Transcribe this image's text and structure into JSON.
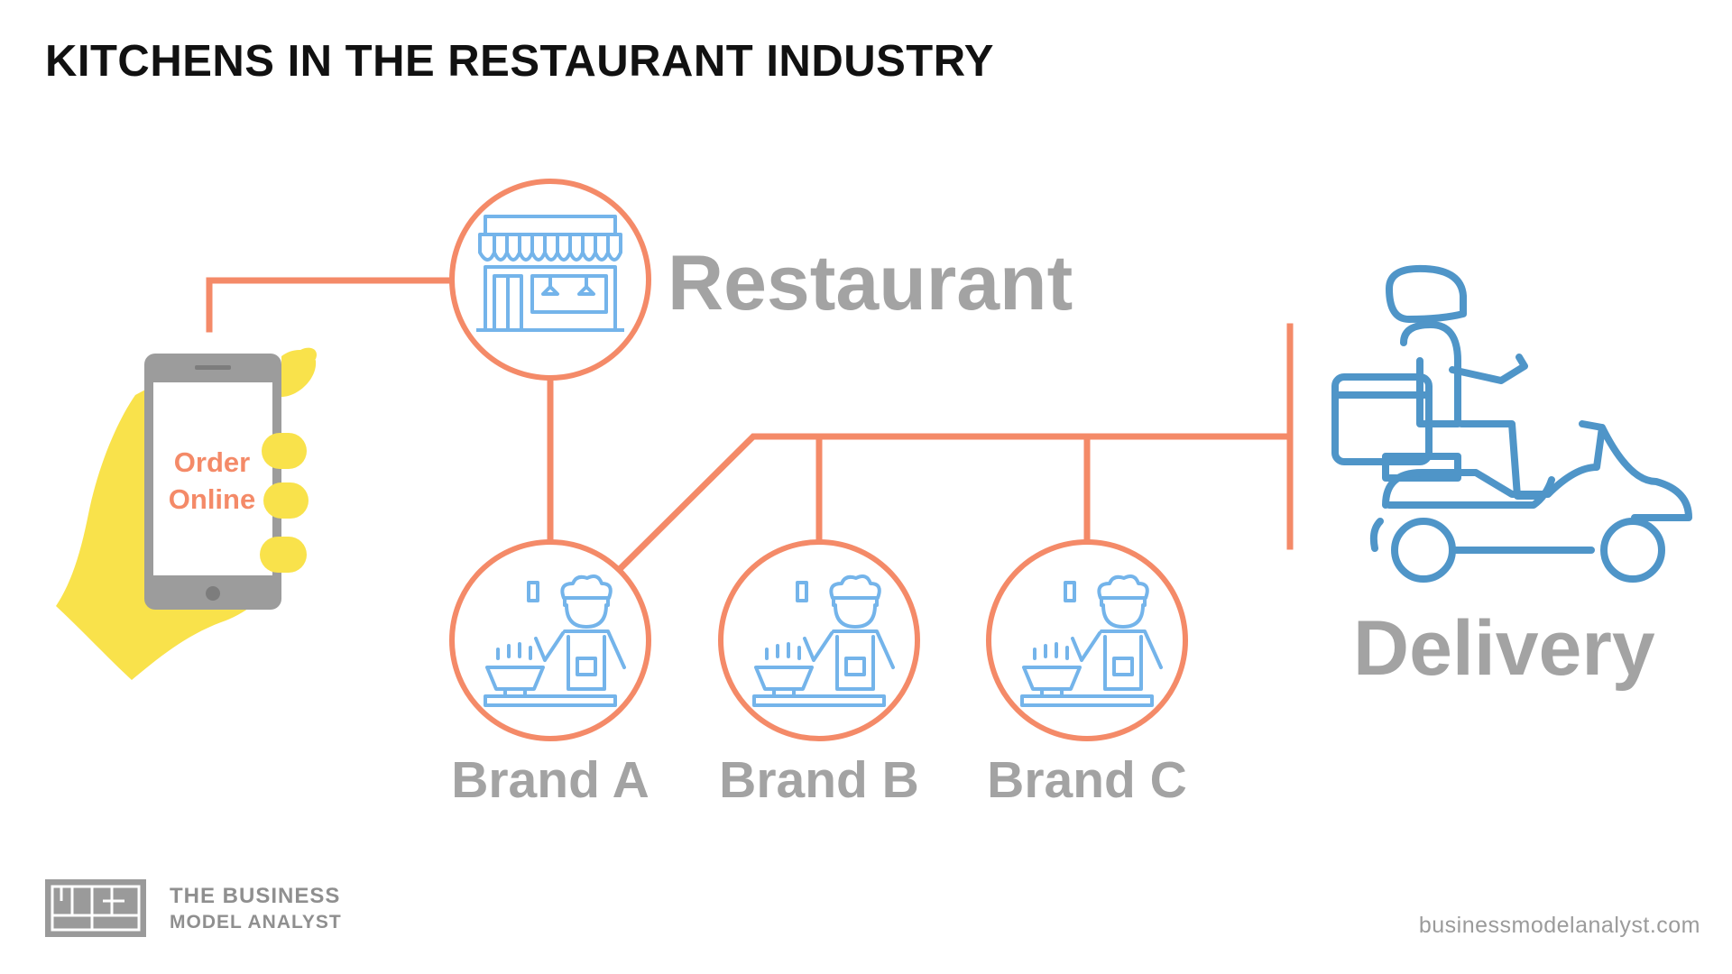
{
  "title": "KITCHENS IN THE RESTAURANT INDUSTRY",
  "phone": {
    "line1": "Order",
    "line2": "Online"
  },
  "restaurant": {
    "label": "Restaurant"
  },
  "brands": [
    {
      "label": "Brand A"
    },
    {
      "label": "Brand B"
    },
    {
      "label": "Brand C"
    }
  ],
  "delivery": {
    "label": "Delivery"
  },
  "footer": {
    "brand_line1": "THE BUSINESS",
    "brand_line2": "MODEL ANALYST",
    "url": "businessmodelanalyst.com"
  },
  "colors": {
    "connector": "#f48a68",
    "icon_blue": "#74b4ea",
    "delivery_blue": "#4f95c8",
    "hand": "#f9e24b",
    "phone": "#9c9c9c",
    "label_gray": "#a3a3a3"
  },
  "icons": {
    "restaurant": "storefront-icon",
    "brand": "chef-cooking-icon",
    "delivery": "scooter-courier-icon",
    "phone": "hand-holding-phone-icon"
  }
}
